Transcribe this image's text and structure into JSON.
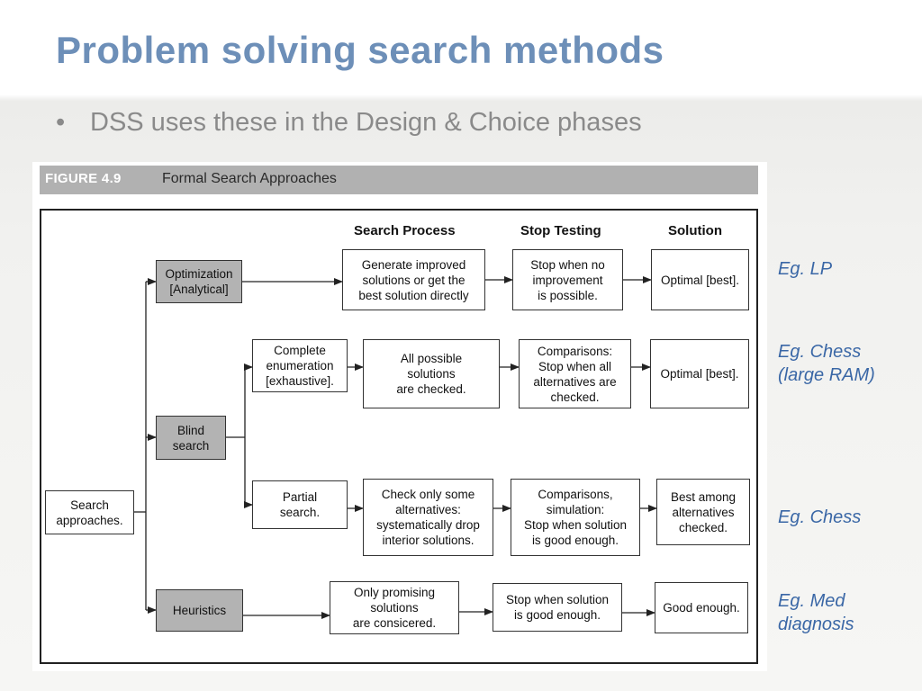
{
  "slide": {
    "title": "Problem solving search methods",
    "bullet": "DSS uses these in the Design & Choice phases"
  },
  "figure": {
    "number": "FIGURE 4.9",
    "caption": "Formal Search Approaches",
    "column_headers": {
      "process": "Search Process",
      "stop": "Stop Testing",
      "solution": "Solution"
    },
    "root": "Search\napproaches.",
    "optimization": {
      "label": "Optimization\n[Analytical]",
      "process": "Generate improved\nsolutions or get the\nbest solution directly",
      "stop": "Stop when no\nimprovement\nis possible.",
      "solution": "Optimal [best]."
    },
    "blind": {
      "label": "Blind\nsearch",
      "complete": {
        "label": "Complete\nenumeration\n[exhaustive].",
        "process": "All possible\nsolutions\nare checked.",
        "stop": "Comparisons:\nStop when all\nalternatives are\nchecked.",
        "solution": "Optimal [best]."
      },
      "partial": {
        "label": "Partial\nsearch.",
        "process": "Check only some\nalternatives:\nsystematically drop\ninterior solutions.",
        "stop": "Comparisons,\nsimulation:\nStop when solution\nis good enough.",
        "solution": "Best among\nalternatives\nchecked."
      }
    },
    "heuristics": {
      "label": "Heuristics",
      "process": "Only promising\nsolutions\nare consicered.",
      "stop": "Stop when solution\nis good enough.",
      "solution": "Good enough."
    }
  },
  "notes": {
    "lp": "Eg. LP",
    "chess_ram": "Eg. Chess\n(large RAM)",
    "chess": "Eg. Chess",
    "med": "Eg. Med\ndiagnosis"
  }
}
